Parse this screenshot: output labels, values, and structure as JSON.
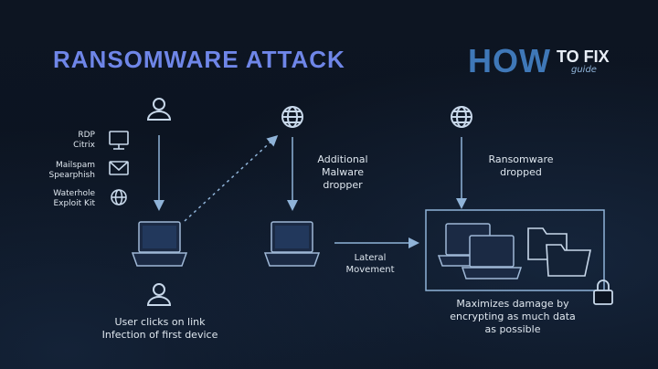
{
  "title": "RANSOMWARE ATTACK",
  "logo": {
    "word": "HOW",
    "tofix": "TO FIX",
    "guide": "guide"
  },
  "vectors": [
    {
      "label": "RDP\nCitrix",
      "icon": "monitor-icon"
    },
    {
      "label": "Mailspam\nSpearphish",
      "icon": "mail-icon"
    },
    {
      "label": "Waterhole\nExploit Kit",
      "icon": "globe-icon"
    }
  ],
  "labels": {
    "user_clicks": "User clicks on link\nInfection of first device",
    "additional": "Additional\nMalware\ndropper",
    "ransomware": "Ransomware\ndropped",
    "lateral": "Lateral\nMovement",
    "maximizes": "Maximizes damage by\nencrypting as much data\nas possible"
  },
  "colors": {
    "accent": "#6f86e8",
    "line": "#8fb3d8",
    "icon": "#c8d8ea"
  }
}
